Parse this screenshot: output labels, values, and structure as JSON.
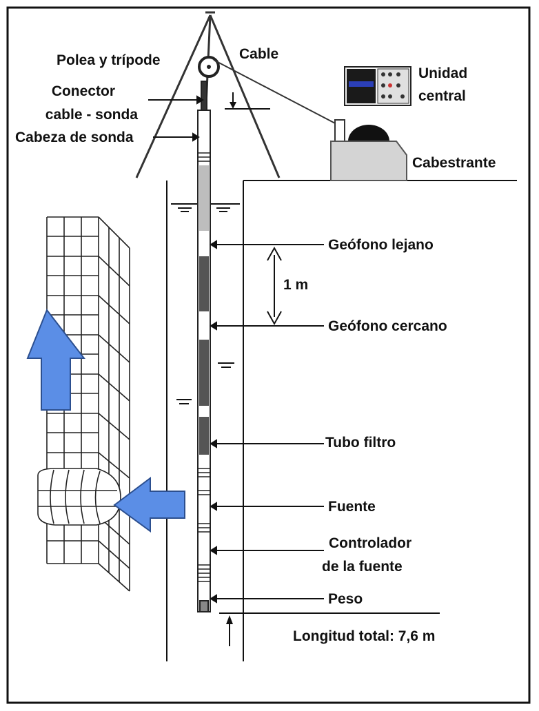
{
  "labels": {
    "pulley_tripod": "Polea y trípode",
    "cable": "Cable",
    "connector_line1": "Conector",
    "connector_line2": "cable - sonda",
    "probe_head": "Cabeza de sonda",
    "central_unit_line1": "Unidad",
    "central_unit_line2": "central",
    "winch": "Cabestrante",
    "far_geophone": "Geófono lejano",
    "spacing": "1 m",
    "near_geophone": "Geófono cercano",
    "filter_tube": "Tubo filtro",
    "source": "Fuente",
    "source_controller_line1": "Controlador",
    "source_controller_line2": "de la fuente",
    "weight": "Peso",
    "total_length": "Longitud total: 7,6 m"
  },
  "colors": {
    "arrow_fill": "#5b8ee6",
    "arrow_stroke": "#2c4f8f",
    "winch_gray": "#d4d4d4",
    "probe_gray": "#bdbdbd"
  }
}
